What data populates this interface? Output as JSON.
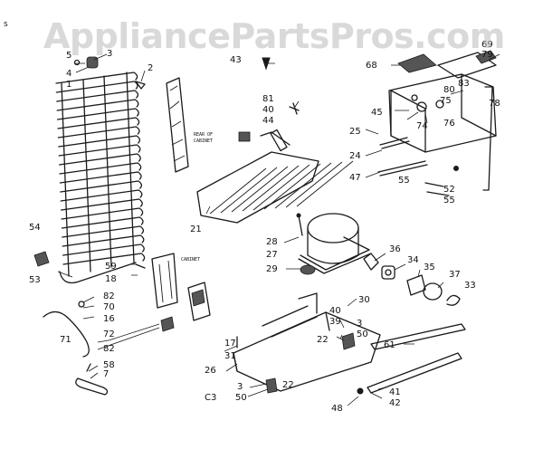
{
  "watermark": "AppliancePartsPros.com",
  "stray_mark": "s",
  "page_code": "C3",
  "notes": {
    "rear_cabinet": [
      "REAR OF",
      "CABINET"
    ],
    "cabinet": "CABINET"
  },
  "callouts": {
    "c2": "2",
    "c3": "3",
    "c4": "4",
    "c5": "5",
    "c1": "1",
    "c43": "43",
    "c68": "68",
    "c69": "69",
    "c79": "79",
    "c83": "83",
    "c78": "78",
    "c80": "80",
    "c75": "75",
    "c45": "45",
    "c74": "74",
    "c76": "76",
    "c25": "25",
    "c24": "24",
    "c47": "47",
    "c55a": "55",
    "c52": "52",
    "c55b": "55",
    "c81": "81",
    "c40a": "40",
    "c44": "44",
    "c21": "21",
    "c28": "28",
    "c27": "27",
    "c29": "29",
    "c36": "36",
    "c34": "34",
    "c35": "35",
    "c37": "37",
    "c33": "33",
    "c54": "54",
    "c53": "53",
    "c59": "59",
    "c18": "18",
    "c82a": "82",
    "c70": "70",
    "c16": "16",
    "c71": "71",
    "c72": "72",
    "c82b": "82",
    "c58": "58",
    "c7": "7",
    "c17": "17",
    "c31": "31",
    "c26": "26",
    "c30": "30",
    "c40b": "40",
    "c39": "39",
    "c3b": "3",
    "c50a": "50",
    "c61": "61",
    "c22a": "22",
    "c3c": "3",
    "c50b": "50",
    "c22b": "22",
    "c48": "48",
    "c41": "41",
    "c42": "42"
  }
}
